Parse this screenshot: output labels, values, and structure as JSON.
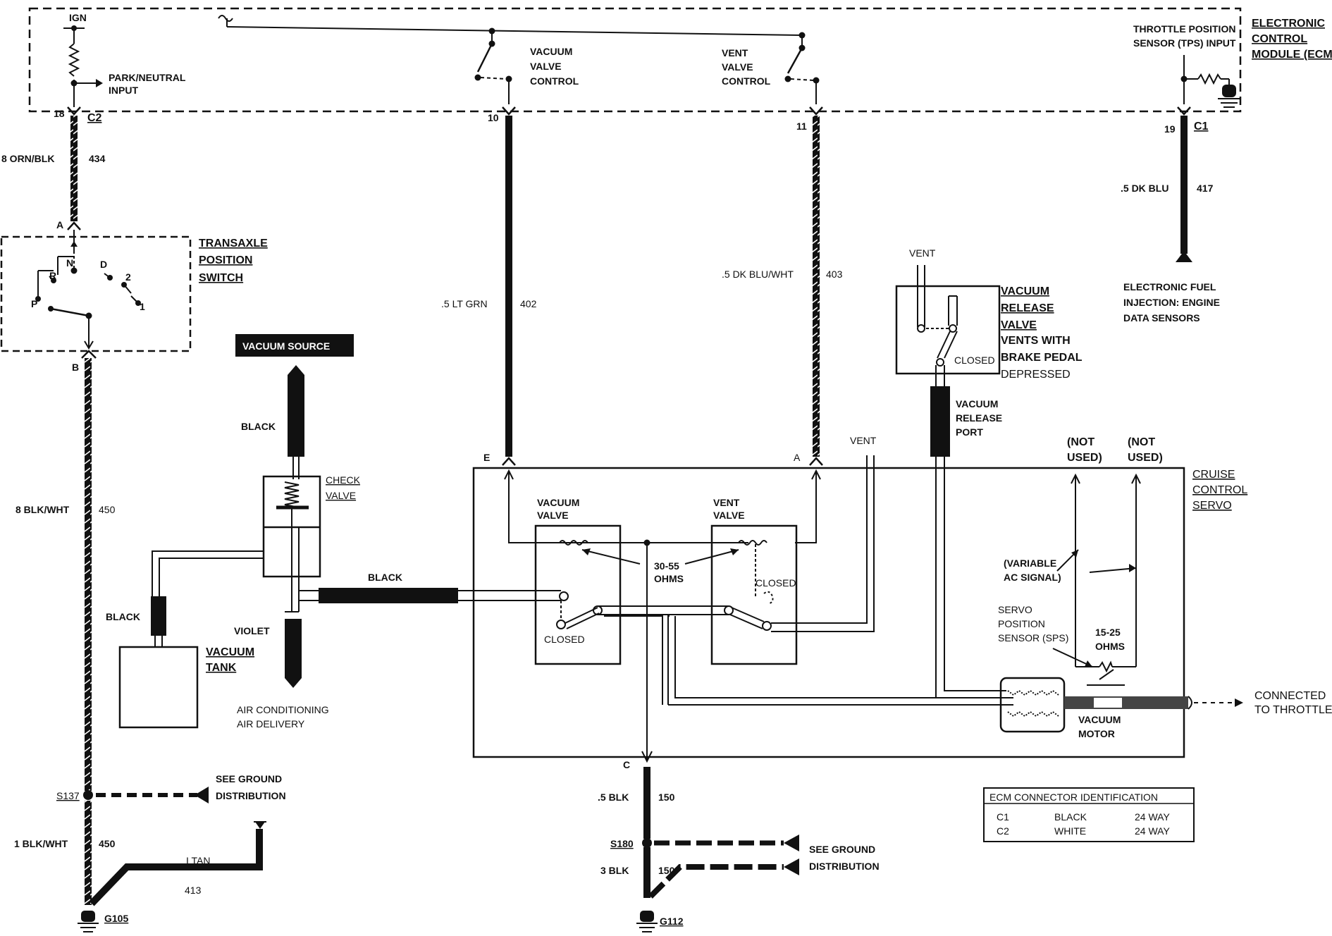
{
  "ecm": {
    "ign": "IGN",
    "park_neutral_input": [
      "PARK/NEUTRAL",
      "INPUT"
    ],
    "vacuum_valve_control": [
      "VACUUM",
      "VALVE",
      "CONTROL"
    ],
    "vent_valve_control": [
      "VENT",
      "VALVE",
      "CONTROL"
    ],
    "tps_input": [
      "THROTTLE POSITION",
      "SENSOR (TPS) INPUT"
    ],
    "title": [
      "ELECTRONIC",
      "CONTROL",
      "MODULE (ECM)"
    ]
  },
  "pins": {
    "p18": "18",
    "c2": "C2",
    "p10": "10",
    "p11": "11",
    "p19": "19",
    "c1": "C1",
    "a_tp": "A",
    "b_tp": "B",
    "e_servo": "E",
    "a_servo": "A",
    "c_servo": "C"
  },
  "wires": {
    "w434_label": "8 ORN/BLK",
    "w434_num": "434",
    "w402_label": ".5 LT GRN",
    "w402_num": "402",
    "w403_label": ".5 DK BLU/WHT",
    "w403_num": "403",
    "w417_label": ".5 DK BLU",
    "w417_num": "417",
    "w450_label": "8 BLK/WHT",
    "w450_num": "450",
    "w450b_label": "1 BLK/WHT",
    "w450b_num": "450",
    "w413_label": "I TAN",
    "w413_num": "413",
    "w150a_label": ".5 BLK",
    "w150a_num": "150",
    "w150b_label": "3 BLK",
    "w150b_num": "150"
  },
  "transaxle": {
    "title": [
      "TRANSAXLE",
      "POSITION",
      "SWITCH"
    ],
    "positions": {
      "n": "N",
      "r": "R",
      "d": "D",
      "p": "P",
      "two": "2",
      "one": "1"
    }
  },
  "efi_sensors": [
    "ELECTRONIC FUEL",
    "INJECTION: ENGINE",
    "DATA SENSORS"
  ],
  "vacuum": {
    "source": "VACUUM SOURCE",
    "black_top": "BLACK",
    "black_mid": "BLACK",
    "black_tank": "BLACK",
    "violet": "VIOLET",
    "check_valve": [
      "CHECK",
      "VALVE"
    ],
    "tank": [
      "VACUUM",
      "TANK"
    ],
    "ac_delivery": [
      "AIR CONDITIONING",
      "AIR DELIVERY"
    ]
  },
  "release_valve": {
    "vent": "VENT",
    "title": [
      "VACUUM",
      "RELEASE",
      "VALVE"
    ],
    "desc": [
      "VENTS WITH",
      "BRAKE PEDAL",
      "DEPRESSED"
    ],
    "closed": "CLOSED",
    "port": [
      "VACUUM",
      "RELEASE",
      "PORT"
    ]
  },
  "servo": {
    "vent": "VENT",
    "not_used_1": [
      "(NOT",
      "USED)"
    ],
    "not_used_2": [
      "(NOT",
      "USED)"
    ],
    "title": [
      "CRUISE",
      "CONTROL",
      "SERVO"
    ],
    "vacuum_valve": [
      "VACUUM",
      "VALVE"
    ],
    "vent_valve": [
      "VENT",
      "VALVE"
    ],
    "ohms_coils": [
      "30-55",
      "OHMS"
    ],
    "closed_left": "CLOSED",
    "closed_right": "CLOSED",
    "ac_signal": [
      "(VARIABLE",
      "AC SIGNAL)"
    ],
    "sps": [
      "SERVO",
      "POSITION",
      "SENSOR (SPS)"
    ],
    "ohms_sps": [
      "15-25",
      "OHMS"
    ],
    "motor": [
      "VACUUM",
      "MOTOR"
    ],
    "throttle": [
      "CONNECTED",
      "TO THROTTLE"
    ]
  },
  "splices": {
    "s137": "S137",
    "s180": "S180",
    "see_ground_1": [
      "SEE GROUND",
      "DISTRIBUTION"
    ],
    "see_ground_2": [
      "SEE GROUND",
      "DISTRIBUTION"
    ],
    "g105": "G105",
    "g112": "G112"
  },
  "connector_table": {
    "title": "ECM CONNECTOR IDENTIFICATION",
    "rows": [
      {
        "id": "C1",
        "color": "BLACK",
        "ways": "24 WAY"
      },
      {
        "id": "C2",
        "color": "WHITE",
        "ways": "24 WAY"
      }
    ]
  }
}
